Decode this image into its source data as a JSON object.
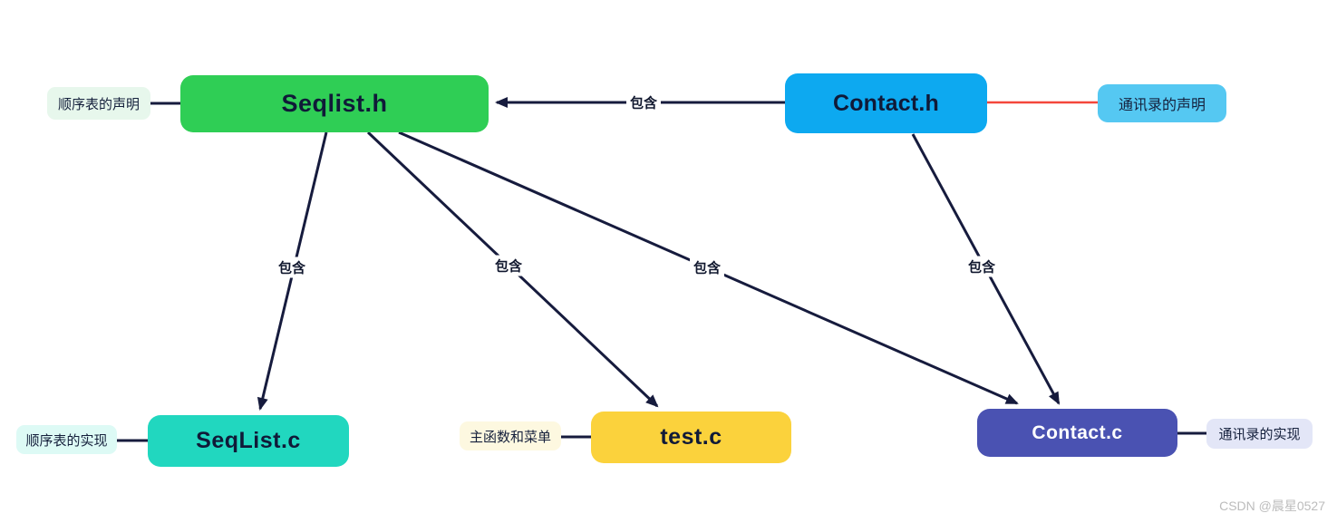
{
  "diagram": {
    "nodes": [
      {
        "id": "seqlist-h",
        "label": "Seqlist.h",
        "color": "#2fce55",
        "text_color": "#101a38",
        "note": "顺序表的声明"
      },
      {
        "id": "contact-h",
        "label": "Contact.h",
        "color": "#0da9f0",
        "text_color": "#101a38",
        "note": "通讯录的声明"
      },
      {
        "id": "seqlist-c",
        "label": "SeqList.c",
        "color": "#21d7bf",
        "text_color": "#101a38",
        "note": "顺序表的实现"
      },
      {
        "id": "test-c",
        "label": "test.c",
        "color": "#fbd23c",
        "text_color": "#101a38",
        "note": "主函数和菜单"
      },
      {
        "id": "contact-c",
        "label": "Contact.c",
        "color": "#4a52b2",
        "text_color": "#ffffff",
        "note": "通讯录的实现"
      }
    ],
    "side_labels": [
      {
        "for": "seqlist-h",
        "text": "顺序表的声明",
        "color": "#e7f7ec"
      },
      {
        "for": "contact-h",
        "text": "通讯录的声明",
        "color": "#55c8f2"
      },
      {
        "for": "seqlist-c",
        "text": "顺序表的实现",
        "color": "#ddfaf5"
      },
      {
        "for": "test-c",
        "text": "主函数和菜单",
        "color": "#fdf8e0"
      },
      {
        "for": "contact-c",
        "text": "通讯录的实现",
        "color": "#e3e6f7"
      }
    ],
    "edges": [
      {
        "from": "contact-h",
        "to": "seqlist-h",
        "label": "包含"
      },
      {
        "from": "seqlist-h",
        "to": "seqlist-c",
        "label": "包含"
      },
      {
        "from": "seqlist-h",
        "to": "test-c",
        "label": "包含"
      },
      {
        "from": "seqlist-h",
        "to": "contact-c",
        "label": "包含"
      },
      {
        "from": "contact-h",
        "to": "contact-c",
        "label": "包含"
      }
    ],
    "connector_colors": {
      "arrow": "#161b3d",
      "plain": "#161b3d",
      "highlight": "#f4473b"
    }
  },
  "watermark": {
    "text": "CSDN @晨星0527"
  }
}
